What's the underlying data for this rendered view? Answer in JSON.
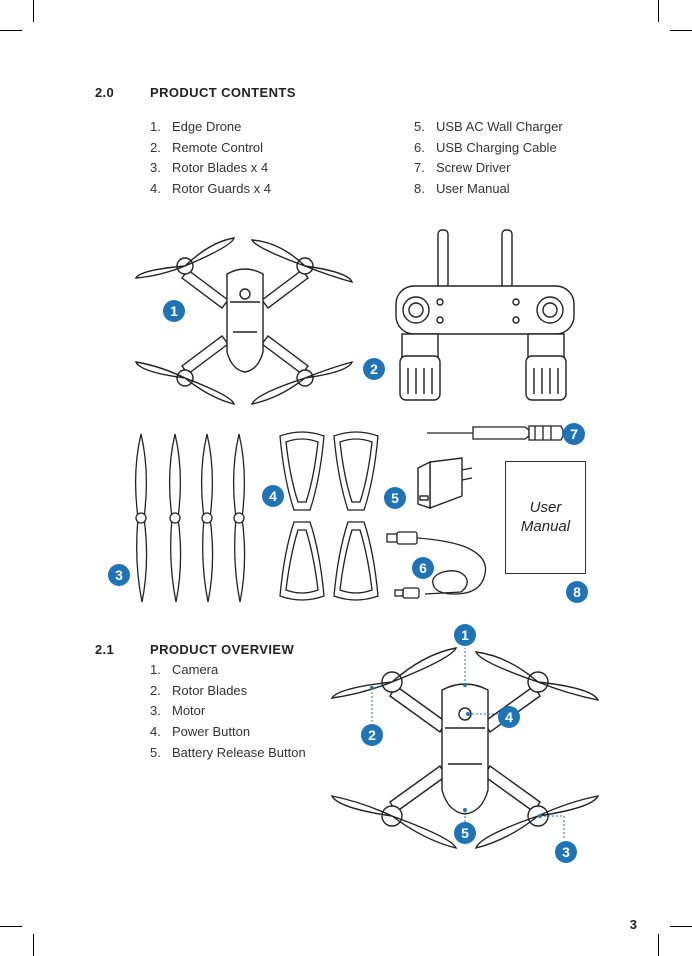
{
  "contents": {
    "number": "2.0",
    "title": "PRODUCT CONTENTS",
    "items_left": [
      {
        "n": "1.",
        "label": "Edge Drone"
      },
      {
        "n": "2.",
        "label": "Remote Control"
      },
      {
        "n": "3.",
        "label": "Rotor Blades x 4"
      },
      {
        "n": "4.",
        "label": "Rotor Guards x 4"
      }
    ],
    "items_right": [
      {
        "n": "5.",
        "label": "USB AC Wall Charger"
      },
      {
        "n": "6.",
        "label": "USB Charging Cable"
      },
      {
        "n": "7.",
        "label": "Screw Driver"
      },
      {
        "n": "8.",
        "label": "User Manual"
      }
    ],
    "badges": [
      "1",
      "2",
      "3",
      "4",
      "5",
      "6",
      "7",
      "8"
    ],
    "manual_line1": "User",
    "manual_line2": "Manual"
  },
  "overview": {
    "number": "2.1",
    "title": "PRODUCT OVERVIEW",
    "items": [
      {
        "n": "1.",
        "label": "Camera"
      },
      {
        "n": "2.",
        "label": "Rotor Blades"
      },
      {
        "n": "3.",
        "label": "Motor"
      },
      {
        "n": "4.",
        "label": "Power Button"
      },
      {
        "n": "5.",
        "label": "Battery Release Button"
      }
    ],
    "badges": [
      "1",
      "2",
      "3",
      "4",
      "5"
    ]
  },
  "accent_color": "#1f73b7",
  "page_number": "3"
}
